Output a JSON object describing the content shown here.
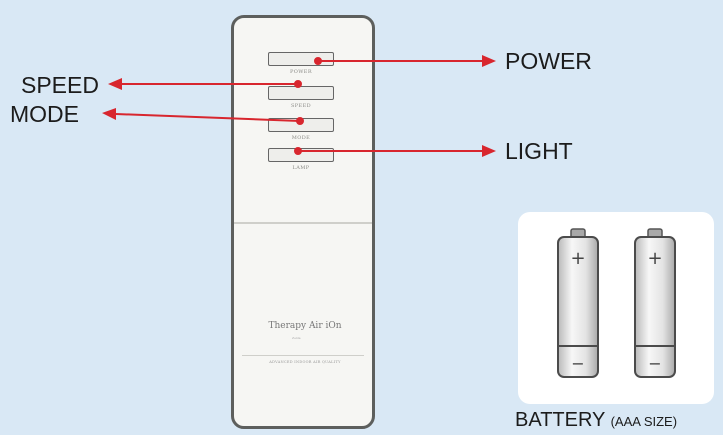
{
  "remote": {
    "buttons": [
      {
        "id": "power",
        "label": "POWER"
      },
      {
        "id": "speed",
        "label": "SPEED"
      },
      {
        "id": "mode",
        "label": "MODE"
      },
      {
        "id": "lamp",
        "label": "LAMP"
      }
    ],
    "brand": "Therapy Air iOn",
    "brand_sub": "Zelda",
    "fine_print": "ADVANCED INDOOR AIR QUALITY"
  },
  "callouts": {
    "power": "POWER",
    "speed": "SPEED",
    "mode": "MODE",
    "light": "LIGHT"
  },
  "battery": {
    "caption_main": "BATTERY",
    "caption_size": "(AAA SIZE)",
    "plus_symbol": "+",
    "minus_symbol": "−"
  },
  "colors": {
    "arrow": "#d8262e",
    "background": "#d9e8f5"
  }
}
